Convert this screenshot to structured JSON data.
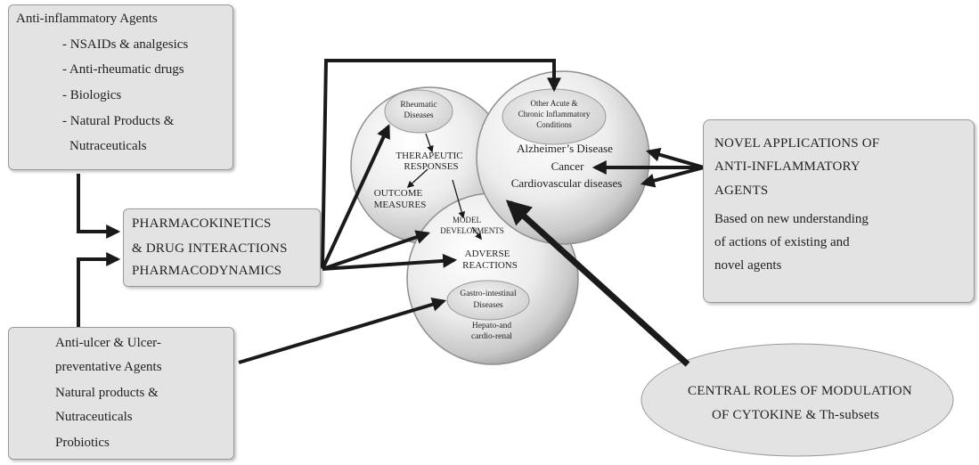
{
  "left_top_box": {
    "title": "Anti-inflammatory Agents",
    "items": [
      "- NSAIDs & analgesics",
      "- Anti-rheumatic drugs",
      "- Biologics",
      "- Natural Products &",
      "Nutraceuticals"
    ]
  },
  "pk_box": {
    "line1": "PHARMACOKINETICS",
    "line2": "& DRUG INTERACTIONS",
    "line3": "PHARMACODYNAMICS"
  },
  "left_bottom_box": {
    "items": [
      "Anti-ulcer & Ulcer-",
      "preventative Agents",
      "Natural products &",
      "Nutraceuticals",
      "Probiotics"
    ]
  },
  "circle_left": {
    "rheumatic_1": "Rheumatic",
    "rheumatic_2": "Diseases",
    "therapeutic_1": "THERAPEUTIC",
    "therapeutic_2": "RESPONSES",
    "outcome_1": "OUTCOME",
    "outcome_2": "MEASURES"
  },
  "circle_right": {
    "other_1": "Other Acute &",
    "other_2": "Chronic Inflammatory",
    "other_3": "Conditions",
    "alzheimers": "Alzheimer’s Disease",
    "cancer": "Cancer",
    "cardio": "Cardiovascular diseases"
  },
  "circle_bottom": {
    "model_1": "MODEL",
    "model_2": "DEVELOPMENTS",
    "adverse_1": "ADVERSE",
    "adverse_2": "REACTIONS",
    "gastro_1": "Gastro-intestinal",
    "gastro_2": "Diseases",
    "hepato_1": "Hepato-and",
    "hepato_2": "cardio-renal"
  },
  "novel_box": {
    "line1": "NOVEL APPLICATIONS OF",
    "line2": "ANTI-INFLAMMATORY",
    "line3": "AGENTS",
    "line4": "Based on new understanding",
    "line5": "of actions of existing and",
    "line6": "novel agents",
    "shape_icons": [
      "octagon-icon",
      "hexagon-icon",
      "pentagon-icon",
      "notched-shape-icon"
    ]
  },
  "central_ellipse": {
    "line1": "CENTRAL ROLES OF MODULATION",
    "line2": "OF CYTOKINE & Th-subsets"
  },
  "colors": {
    "box_fill": "#e3e3e3",
    "box_border": "#9a9a9a",
    "arrow": "#1a1a1a",
    "text": "#222222"
  }
}
